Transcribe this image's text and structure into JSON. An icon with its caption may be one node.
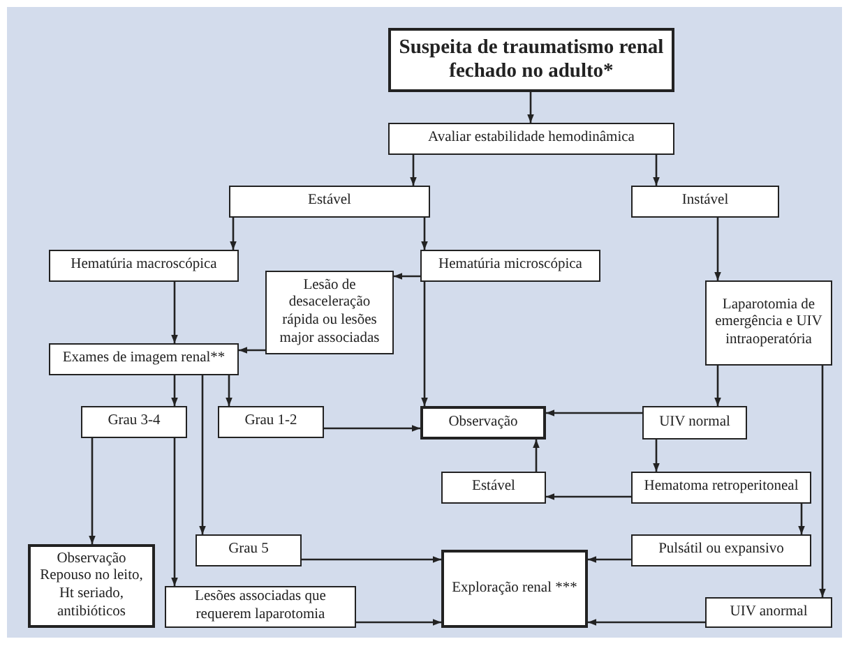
{
  "diagram": {
    "nodes": [
      {
        "text": [
          "Suspeita de traumatismo renal fechado no adulto*"
        ]
      },
      {
        "text": [
          "Avaliar estabilidade hemodinâmica"
        ]
      },
      {
        "text": [
          "Estável"
        ]
      },
      {
        "text": [
          "Instável"
        ]
      },
      {
        "text": [
          "Hematúria macroscópica"
        ]
      },
      {
        "text": [
          "Hematúria microscópica"
        ]
      },
      {
        "text": [
          "Lesão de desaceleração rápida ou lesões major associadas"
        ]
      },
      {
        "text": [
          "Laparotomia de emergência e UIV intraoperatória"
        ]
      },
      {
        "text": [
          "Exames de imagem renal**"
        ]
      },
      {
        "text": [
          "Grau 3-4"
        ]
      },
      {
        "text": [
          "Grau 1-2"
        ]
      },
      {
        "text": [
          "Observação"
        ]
      },
      {
        "text": [
          "UIV normal"
        ]
      },
      {
        "text": [
          "Estável"
        ]
      },
      {
        "text": [
          "Hematoma retroperitoneal"
        ]
      },
      {
        "text": [
          "Grau 5"
        ]
      },
      {
        "text": [
          "Pulsátil ou expansivo"
        ]
      },
      {
        "text": [
          "Observação Repouso no leito, Ht seriado, antibióticos"
        ]
      },
      {
        "text": [
          "Lesões associadas que requerem laparotomia"
        ]
      },
      {
        "text": [
          "Exploração renal ***"
        ]
      },
      {
        "text": [
          "UIV anormal"
        ]
      }
    ],
    "edges": [
      {
        "from": 0,
        "to": 1,
        "arrow": "to"
      },
      {
        "from": 1,
        "to": 2,
        "arrow": "to"
      },
      {
        "from": 1,
        "to": 3,
        "arrow": "to"
      },
      {
        "from": 2,
        "to": 4,
        "arrow": "to"
      },
      {
        "from": 2,
        "to": 5,
        "arrow": "to"
      },
      {
        "from": 5,
        "to": 6,
        "arrow": "to"
      },
      {
        "from": 5,
        "to": 11,
        "arrow": "to"
      },
      {
        "from": 4,
        "to": 8,
        "arrow": "to"
      },
      {
        "from": 6,
        "to": 8,
        "arrow": "to"
      },
      {
        "from": 8,
        "to": 9,
        "arrow": "to"
      },
      {
        "from": 8,
        "to": 10,
        "arrow": "to"
      },
      {
        "from": 8,
        "to": 15,
        "arrow": "to"
      },
      {
        "from": 9,
        "to": 17,
        "arrow": "to"
      },
      {
        "from": 9,
        "to": 18,
        "arrow": "to"
      },
      {
        "from": 10,
        "to": 11,
        "arrow": "to"
      },
      {
        "from": 12,
        "to": 11,
        "arrow": "to"
      },
      {
        "from": 3,
        "to": 7,
        "arrow": "to"
      },
      {
        "from": 7,
        "to": 12,
        "arrow": "to"
      },
      {
        "from": 7,
        "to": 20,
        "arrow": "to"
      },
      {
        "from": 12,
        "to": 14,
        "arrow": "to"
      },
      {
        "from": 14,
        "to": 13,
        "arrow": "to"
      },
      {
        "from": 13,
        "to": 11,
        "arrow": "to"
      },
      {
        "from": 14,
        "to": 16,
        "arrow": "to"
      },
      {
        "from": 15,
        "to": 19,
        "arrow": "to"
      },
      {
        "from": 16,
        "to": 19,
        "arrow": "to"
      },
      {
        "from": 18,
        "to": 19,
        "arrow": "to"
      },
      {
        "from": 20,
        "to": 19,
        "arrow": "to"
      }
    ]
  }
}
